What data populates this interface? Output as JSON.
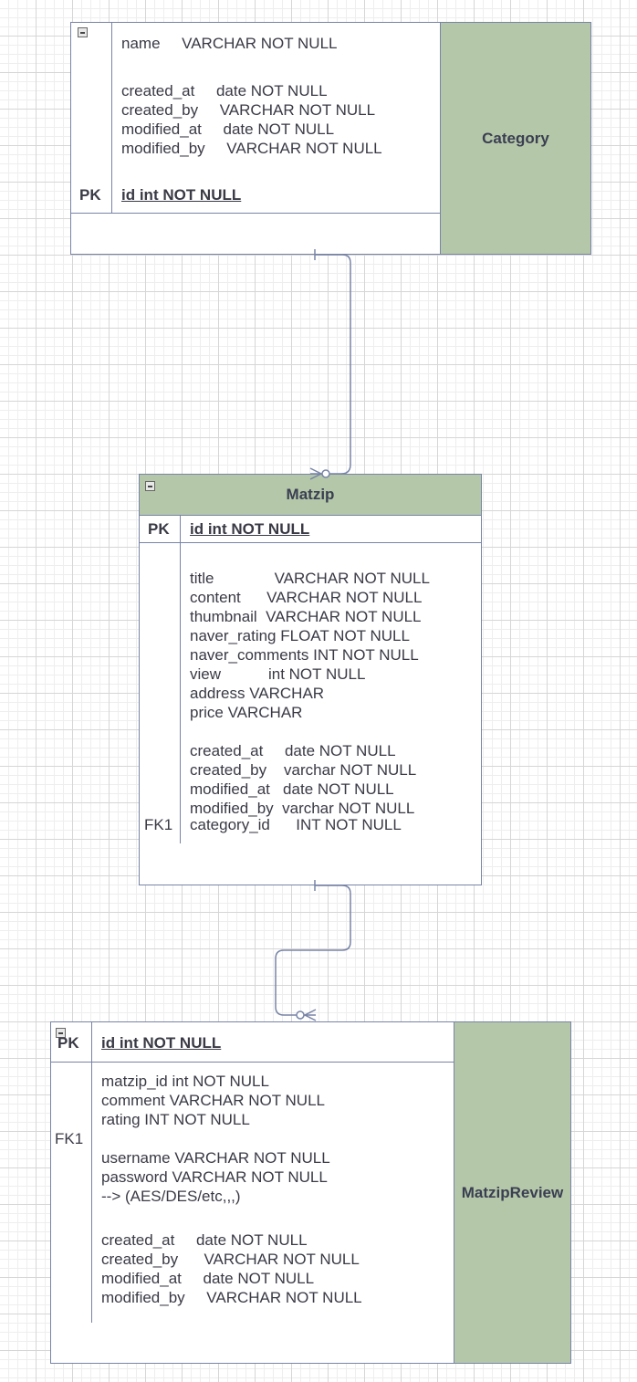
{
  "category": {
    "title": "Category",
    "fields_group1": [
      "name     VARCHAR NOT NULL"
    ],
    "fields_group2": [
      "created_at     date NOT NULL",
      "created_by     VARCHAR NOT NULL",
      "modified_at     date NOT NULL",
      "modified_by     VARCHAR NOT NULL"
    ],
    "pk_label": "PK",
    "pk_field": "id int NOT NULL"
  },
  "matzip": {
    "title": "Matzip",
    "pk_label": "PK",
    "pk_field": "id int NOT NULL",
    "fields_group1": [
      "title              VARCHAR NOT NULL",
      "content      VARCHAR NOT NULL",
      "thumbnail  VARCHAR NOT NULL",
      "naver_rating FLOAT NOT NULL",
      "naver_comments INT NOT NULL",
      "view           int NOT NULL",
      "address VARCHAR",
      "price VARCHAR"
    ],
    "fields_group2": [
      "created_at     date NOT NULL",
      "created_by    varchar NOT NULL",
      "modified_at   date NOT NULL",
      "modified_by  varchar NOT NULL"
    ],
    "fk_label": "FK1",
    "fk_field": "category_id      INT NOT NULL"
  },
  "matzip_review": {
    "title": "MatzipReview",
    "pk_label": "PK",
    "pk_field": "id int NOT NULL",
    "fk_label": "FK1",
    "fields_group1": [
      "matzip_id int NOT NULL",
      "comment VARCHAR NOT NULL",
      "rating INT NOT NULL"
    ],
    "fields_group2": [
      "username VARCHAR NOT NULL",
      "password VARCHAR NOT NULL",
      "--> (AES/DES/etc,,,)"
    ],
    "fields_group3": [
      "created_at     date NOT NULL",
      "created_by      VARCHAR NOT NULL",
      "modified_at     date NOT NULL",
      "modified_by     VARCHAR NOT NULL"
    ]
  },
  "relationships": [
    {
      "from": "Category",
      "to": "Matzip",
      "from_cardinality": "one",
      "to_cardinality": "zero-or-many"
    },
    {
      "from": "Matzip",
      "to": "MatzipReview",
      "from_cardinality": "one",
      "to_cardinality": "zero-or-many"
    }
  ]
}
